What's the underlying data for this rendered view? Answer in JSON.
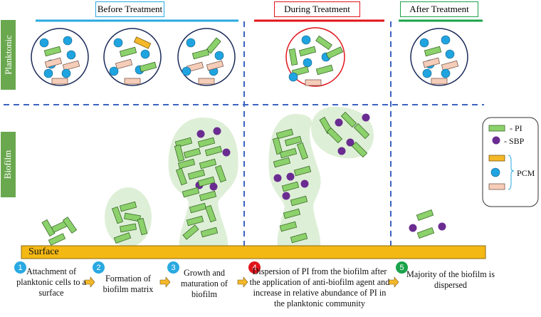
{
  "phases": {
    "before": "Before Treatment",
    "during": "During Treatment",
    "after": "After Treatment"
  },
  "colors": {
    "before": "#29a9e1",
    "during": "#e0151b",
    "after": "#1aa34a",
    "pi": "#8cd16b",
    "sbp": "#6a2c91",
    "pcm_bar": "#f4b828",
    "pcm_circle": "#1fa4e0",
    "pcm_pink": "#f5cdb8",
    "surface": "#f4b814",
    "side": "#6aa84f"
  },
  "rows": {
    "planktonic": "Planktonic",
    "biofilm": "Biofilm"
  },
  "surface": "Surface",
  "legend": {
    "pi": "- PI",
    "sbp": "- SBP",
    "pcm": "PCM"
  },
  "steps": [
    {
      "num": "1",
      "text": "Attachment of planktonic cells to a surface"
    },
    {
      "num": "2",
      "text": "Formation of biofilm matrix"
    },
    {
      "num": "3",
      "text": "Growth and maturation of biofilm"
    },
    {
      "num": "4",
      "text": "Dispersion of PI from the biofilm after the application of anti-biofilm agent and increase in relative abundance of PI in the planktonic community"
    },
    {
      "num": "5",
      "text": "Majority of the biofilm is dispersed"
    }
  ]
}
